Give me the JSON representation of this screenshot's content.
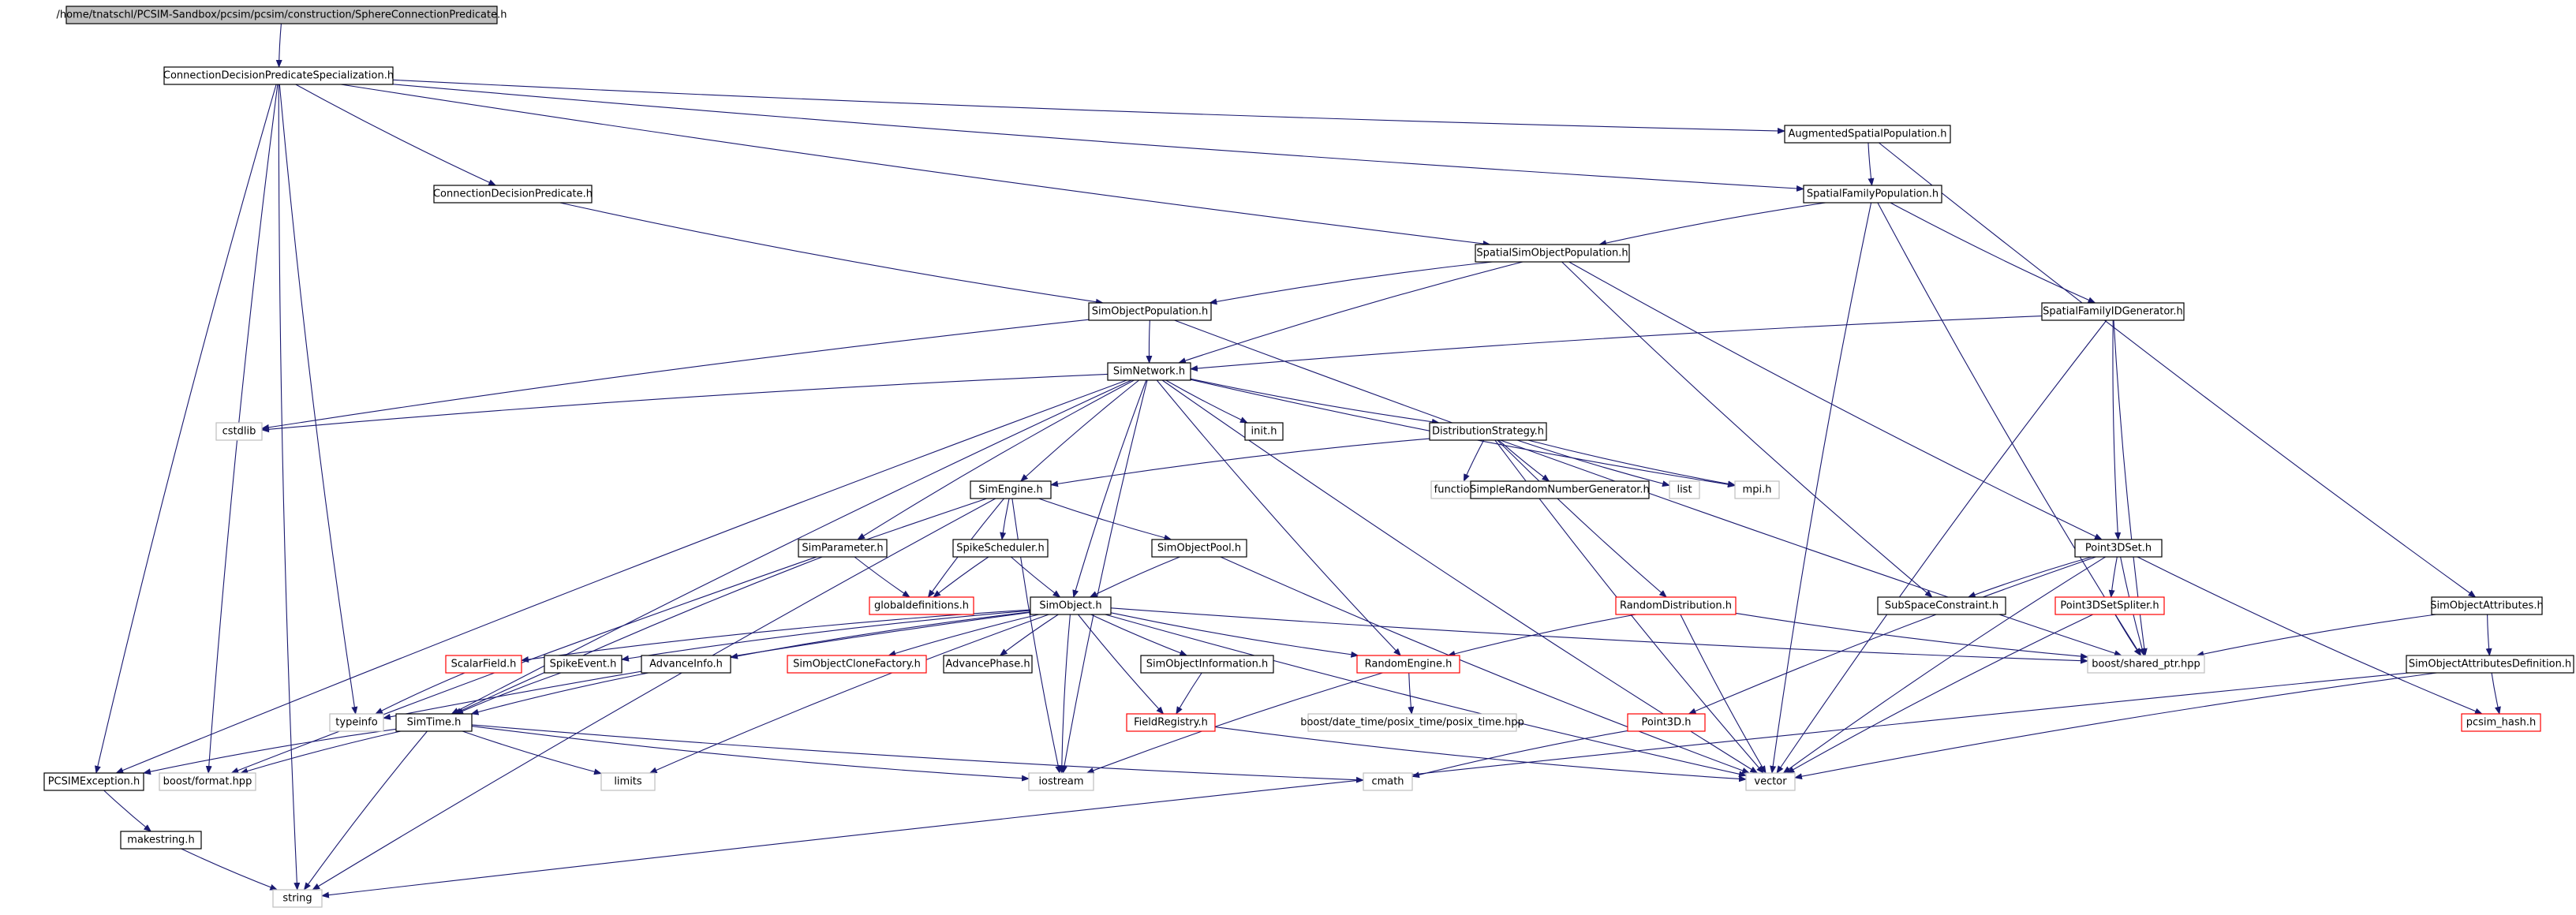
{
  "colors": {
    "edge": "#191970",
    "box_normal": "#000000",
    "box_external": "#bfbfbf",
    "box_truncated": "#ff0000",
    "root_fill": "#bfbfbf"
  },
  "nodes": {
    "root": {
      "label": "/home/tnatschl/PCSIM-Sandbox/pcsim/pcsim/construction/SphereConnectionPredicate.h",
      "kind": "root"
    },
    "cdps": {
      "label": "ConnectionDecisionPredicateSpecialization.h",
      "kind": "normal"
    },
    "cdp": {
      "label": "ConnectionDecisionPredicate.h",
      "kind": "normal"
    },
    "asp": {
      "label": "AugmentedSpatialPopulation.h",
      "kind": "normal"
    },
    "sfp": {
      "label": "SpatialFamilyPopulation.h",
      "kind": "normal"
    },
    "ssop": {
      "label": "SpatialSimObjectPopulation.h",
      "kind": "normal"
    },
    "sop": {
      "label": "SimObjectPopulation.h",
      "kind": "normal"
    },
    "sfidg": {
      "label": "SpatialFamilyIDGenerator.h",
      "kind": "normal"
    },
    "simnet": {
      "label": "SimNetwork.h",
      "kind": "normal"
    },
    "cstdlib": {
      "label": "cstdlib",
      "kind": "external"
    },
    "inith": {
      "label": "init.h",
      "kind": "normal"
    },
    "diststrat": {
      "label": "DistributionStrategy.h",
      "kind": "normal"
    },
    "mpih": {
      "label": "mpi.h",
      "kind": "external"
    },
    "simengine": {
      "label": "SimEngine.h",
      "kind": "normal"
    },
    "functional": {
      "label": "functional",
      "kind": "external"
    },
    "srng": {
      "label": "SimpleRandomNumberGenerator.h",
      "kind": "normal"
    },
    "list": {
      "label": "list",
      "kind": "external"
    },
    "point3dset": {
      "label": "Point3DSet.h",
      "kind": "normal"
    },
    "simparam": {
      "label": "SimParameter.h",
      "kind": "normal"
    },
    "spikesched": {
      "label": "SpikeScheduler.h",
      "kind": "normal"
    },
    "simobjpool": {
      "label": "SimObjectPool.h",
      "kind": "normal"
    },
    "globaldefs": {
      "label": "globaldefinitions.h",
      "kind": "truncated"
    },
    "simobject": {
      "label": "SimObject.h",
      "kind": "normal"
    },
    "randdist": {
      "label": "RandomDistribution.h",
      "kind": "truncated"
    },
    "subspace": {
      "label": "SubSpaceConstraint.h",
      "kind": "normal"
    },
    "p3dsplit": {
      "label": "Point3DSetSpliter.h",
      "kind": "truncated"
    },
    "simobjattr": {
      "label": "SimObjectAttributes.h",
      "kind": "normal"
    },
    "scalarfield": {
      "label": "ScalarField.h",
      "kind": "truncated"
    },
    "spikeevent": {
      "label": "SpikeEvent.h",
      "kind": "normal"
    },
    "advinfo": {
      "label": "AdvanceInfo.h",
      "kind": "normal"
    },
    "socf": {
      "label": "SimObjectCloneFactory.h",
      "kind": "truncated"
    },
    "advphase": {
      "label": "AdvancePhase.h",
      "kind": "normal"
    },
    "soinfo": {
      "label": "SimObjectInformation.h",
      "kind": "normal"
    },
    "randengine": {
      "label": "RandomEngine.h",
      "kind": "truncated"
    },
    "sharedptr": {
      "label": "boost/shared_ptr.hpp",
      "kind": "external"
    },
    "soad": {
      "label": "SimObjectAttributesDefinition.h",
      "kind": "normal"
    },
    "typeinfo": {
      "label": "typeinfo",
      "kind": "external"
    },
    "simtime": {
      "label": "SimTime.h",
      "kind": "normal"
    },
    "fieldreg": {
      "label": "FieldRegistry.h",
      "kind": "truncated"
    },
    "posixtime": {
      "label": "boost/date_time/posix_time/posix_time.hpp",
      "kind": "external"
    },
    "point3d": {
      "label": "Point3D.h",
      "kind": "truncated"
    },
    "pcsimhash": {
      "label": "pcsim_hash.h",
      "kind": "truncated"
    },
    "pcsimexc": {
      "label": "PCSIMException.h",
      "kind": "normal"
    },
    "boostformat": {
      "label": "boost/format.hpp",
      "kind": "external"
    },
    "limits": {
      "label": "limits",
      "kind": "external"
    },
    "iostream": {
      "label": "iostream",
      "kind": "external"
    },
    "cmath": {
      "label": "cmath",
      "kind": "external"
    },
    "vector": {
      "label": "vector",
      "kind": "external"
    },
    "makestring": {
      "label": "makestring.h",
      "kind": "normal"
    },
    "string": {
      "label": "string",
      "kind": "external"
    }
  },
  "edges": [
    [
      "root",
      "cdps"
    ],
    [
      "cdps",
      "cdp"
    ],
    [
      "cdps",
      "asp"
    ],
    [
      "cdps",
      "sfp"
    ],
    [
      "cdps",
      "ssop"
    ],
    [
      "cdps",
      "typeinfo"
    ],
    [
      "cdps",
      "pcsimexc"
    ],
    [
      "cdps",
      "boostformat"
    ],
    [
      "cdps",
      "string"
    ],
    [
      "cdp",
      "sop"
    ],
    [
      "asp",
      "sfp"
    ],
    [
      "asp",
      "simobjattr"
    ],
    [
      "sfp",
      "ssop"
    ],
    [
      "sfp",
      "sfidg"
    ],
    [
      "sfp",
      "sharedptr"
    ],
    [
      "sfp",
      "vector"
    ],
    [
      "ssop",
      "sop"
    ],
    [
      "ssop",
      "simnet"
    ],
    [
      "ssop",
      "point3dset"
    ],
    [
      "ssop",
      "subspace"
    ],
    [
      "sop",
      "simnet"
    ],
    [
      "sop",
      "cstdlib"
    ],
    [
      "sop",
      "sharedptr"
    ],
    [
      "sfidg",
      "simnet"
    ],
    [
      "sfidg",
      "point3dset"
    ],
    [
      "sfidg",
      "sharedptr"
    ],
    [
      "sfidg",
      "vector"
    ],
    [
      "simnet",
      "cstdlib"
    ],
    [
      "simnet",
      "inith"
    ],
    [
      "simnet",
      "diststrat"
    ],
    [
      "simnet",
      "mpih"
    ],
    [
      "simnet",
      "simengine"
    ],
    [
      "simnet",
      "simparam"
    ],
    [
      "simnet",
      "simobject"
    ],
    [
      "simnet",
      "randengine"
    ],
    [
      "simnet",
      "pcsimexc"
    ],
    [
      "simnet",
      "simtime"
    ],
    [
      "simnet",
      "iostream"
    ],
    [
      "simnet",
      "vector"
    ],
    [
      "diststrat",
      "simengine"
    ],
    [
      "diststrat",
      "functional"
    ],
    [
      "diststrat",
      "srng"
    ],
    [
      "diststrat",
      "list"
    ],
    [
      "diststrat",
      "mpih"
    ],
    [
      "diststrat",
      "randdist"
    ],
    [
      "diststrat",
      "vector"
    ],
    [
      "simengine",
      "spikesched"
    ],
    [
      "simengine",
      "simobjpool"
    ],
    [
      "simengine",
      "globaldefs"
    ],
    [
      "simengine",
      "boostformat"
    ],
    [
      "simengine",
      "string"
    ],
    [
      "simengine",
      "iostream"
    ],
    [
      "simparam",
      "globaldefs"
    ],
    [
      "simparam",
      "simtime"
    ],
    [
      "spikesched",
      "globaldefs"
    ],
    [
      "spikesched",
      "simobject"
    ],
    [
      "simobjpool",
      "simobject"
    ],
    [
      "simobjpool",
      "vector"
    ],
    [
      "simobject",
      "scalarfield"
    ],
    [
      "simobject",
      "spikeevent"
    ],
    [
      "simobject",
      "advinfo"
    ],
    [
      "simobject",
      "socf"
    ],
    [
      "simobject",
      "advphase"
    ],
    [
      "simobject",
      "soinfo"
    ],
    [
      "simobject",
      "randengine"
    ],
    [
      "simobject",
      "fieldreg"
    ],
    [
      "simobject",
      "typeinfo"
    ],
    [
      "simobject",
      "limits"
    ],
    [
      "simobject",
      "iostream"
    ],
    [
      "simobject",
      "vector"
    ],
    [
      "simobject",
      "sharedptr"
    ],
    [
      "randdist",
      "randengine"
    ],
    [
      "randdist",
      "sharedptr"
    ],
    [
      "randdist",
      "vector"
    ],
    [
      "randengine",
      "posixtime"
    ],
    [
      "randengine",
      "iostream"
    ],
    [
      "point3dset",
      "subspace"
    ],
    [
      "point3dset",
      "p3dsplit"
    ],
    [
      "point3dset",
      "sharedptr"
    ],
    [
      "point3dset",
      "point3d"
    ],
    [
      "point3dset",
      "pcsimhash"
    ],
    [
      "point3dset",
      "vector"
    ],
    [
      "p3dsplit",
      "sharedptr"
    ],
    [
      "p3dsplit",
      "vector"
    ],
    [
      "simobjattr",
      "sharedptr"
    ],
    [
      "simobjattr",
      "soad"
    ],
    [
      "soad",
      "pcsimhash"
    ],
    [
      "soad",
      "vector"
    ],
    [
      "soad",
      "string"
    ],
    [
      "scalarfield",
      "typeinfo"
    ],
    [
      "spikeevent",
      "simtime"
    ],
    [
      "advinfo",
      "simtime"
    ],
    [
      "soinfo",
      "fieldreg"
    ],
    [
      "fieldreg",
      "vector"
    ],
    [
      "point3d",
      "cmath"
    ],
    [
      "simtime",
      "pcsimexc"
    ],
    [
      "simtime",
      "boostformat"
    ],
    [
      "simtime",
      "limits"
    ],
    [
      "simtime",
      "iostream"
    ],
    [
      "simtime",
      "cmath"
    ],
    [
      "simtime",
      "string"
    ],
    [
      "pcsimexc",
      "makestring"
    ],
    [
      "makestring",
      "string"
    ]
  ]
}
